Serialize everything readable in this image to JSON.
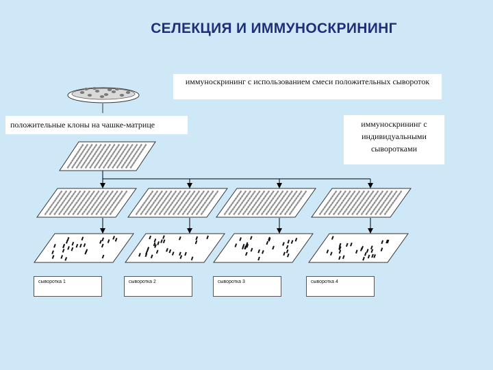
{
  "title": "СЕЛЕКЦИЯ И ИММУНОСКРИНИНГ",
  "notes": {
    "mixed_sera": "иммуноскрининг с использованием  смеси положительных сывороток",
    "positive_clones": "положительные клоны на чашке-матрице",
    "individual_sera": "иммуноскрининг  с индивидуальными сыворотками"
  },
  "sera": [
    {
      "label": "сыворотка 1"
    },
    {
      "label": "сыворотка 2"
    },
    {
      "label": "сыворотка 3"
    },
    {
      "label": "сыворотка 4"
    }
  ],
  "colors": {
    "background": "#cfe8f7",
    "title": "#1f2f7a",
    "dot_gray": "#8c8c8c",
    "mark_black": "#111111"
  }
}
